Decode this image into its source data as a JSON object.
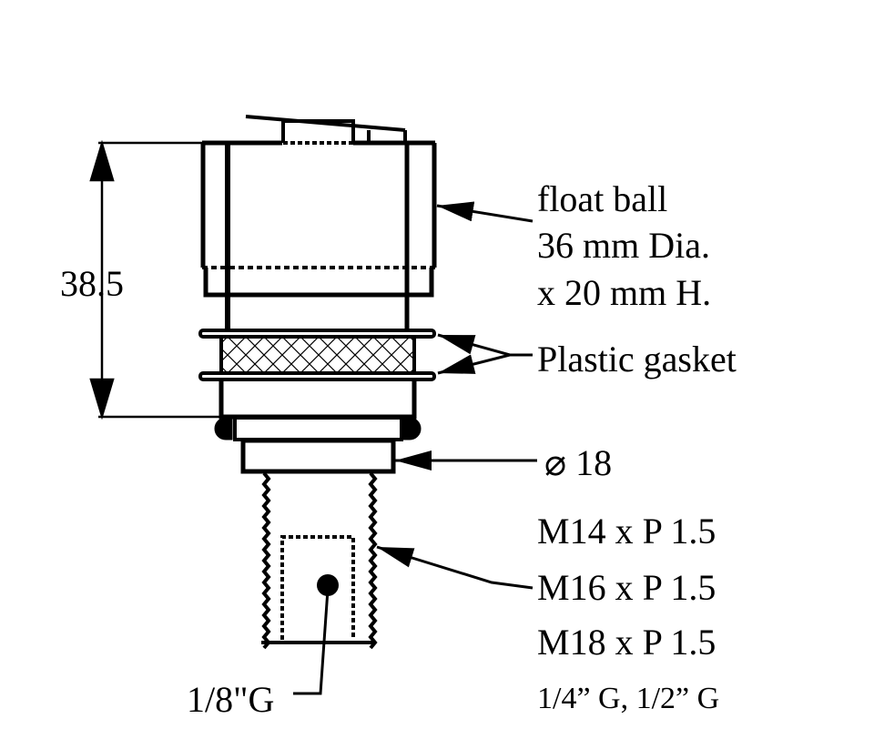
{
  "diagram": {
    "dimension_height": "38.5",
    "float_ball": {
      "line1": "float ball",
      "line2": "36 mm Dia.",
      "line3": "x 20 mm H."
    },
    "gasket_label": "Plastic gasket",
    "diameter_label": "⌀ 18",
    "thread_options": [
      "M14 x P 1.5",
      "M16 x P 1.5",
      "M18 x P 1.5",
      "1/4” G, 1/2” G"
    ],
    "port_label": "1/8\"G",
    "colors": {
      "ink": "#000000",
      "background": "#ffffff"
    }
  }
}
